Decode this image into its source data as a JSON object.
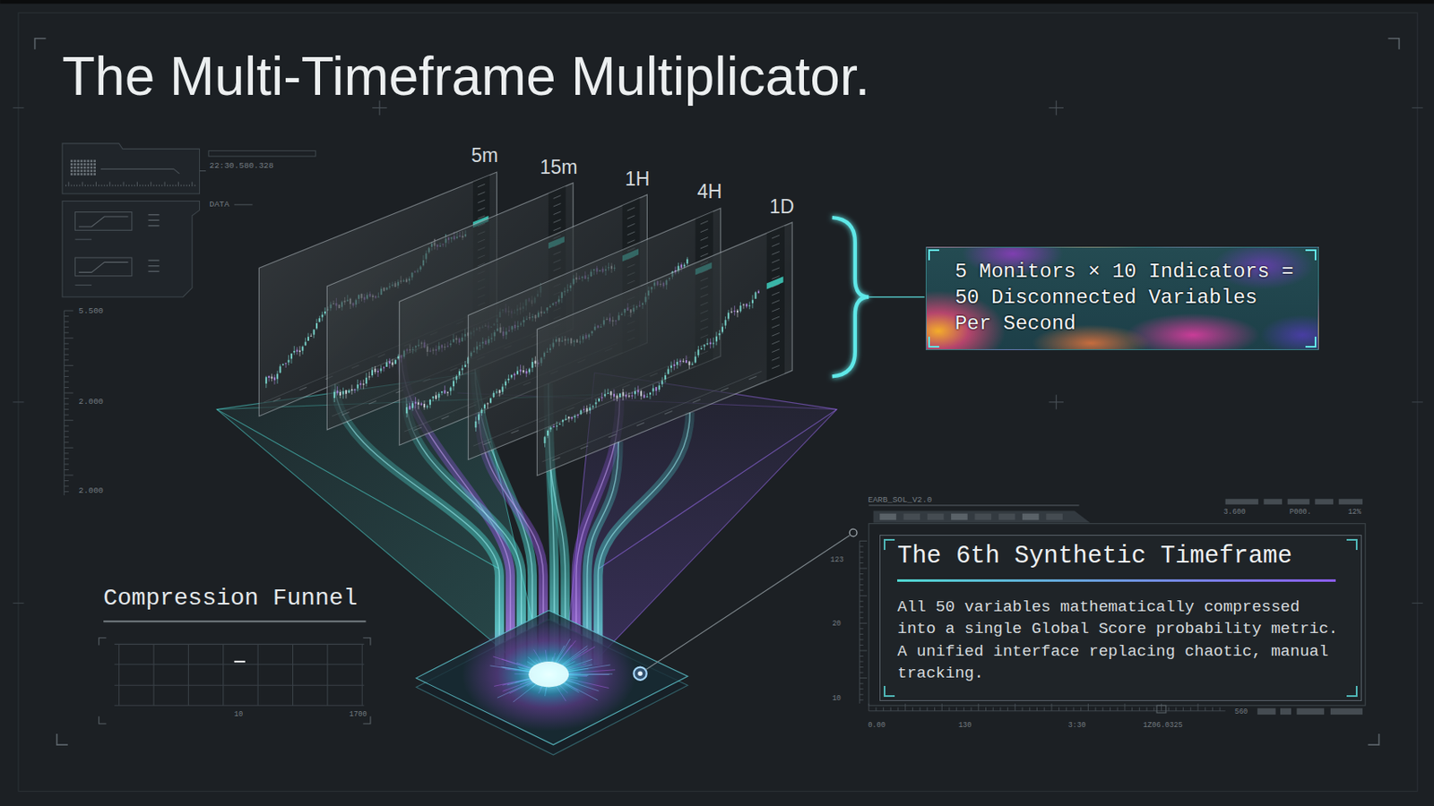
{
  "diagram": {
    "title": "The Multi-Timeframe Multiplicator.",
    "nodes": [
      {
        "text": [
          "5m"
        ]
      },
      {
        "text": [
          "15m"
        ]
      },
      {
        "text": [
          "1H"
        ]
      },
      {
        "text": [
          "4H"
        ]
      },
      {
        "text": [
          "1D"
        ]
      },
      {
        "text": [
          "5 Monitors × 10 Indicators = 50 Disconnected Variables Per Second"
        ]
      },
      {
        "text": [
          "The 6th Synthetic Timeframe",
          "All 50 variables mathematically compressed into a single Global Score probability metric. A unified interface replacing chaotic, manual tracking."
        ]
      }
    ],
    "labels": [
      "22:30.580.328",
      "DATA",
      "5.500",
      "2.000",
      "2.000",
      "EARB_SOL_V2.0",
      "3.600",
      "P000.",
      "12%",
      "123",
      "20",
      "10",
      "0.00",
      "130",
      "3:30",
      "1Z06.0325",
      "560",
      "Compression Funnel",
      "10",
      "1700"
    ]
  }
}
